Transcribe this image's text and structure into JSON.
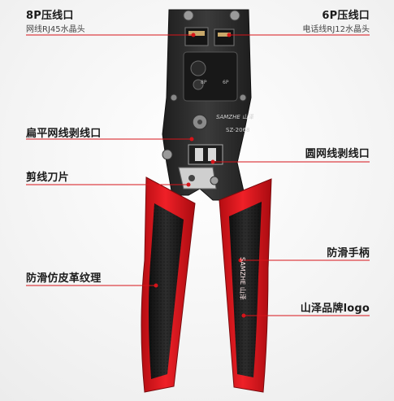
{
  "callouts": {
    "top_left_title": "8P压线口",
    "top_left_sub": "网线RJ45水晶头",
    "top_right_title": "6P压线口",
    "top_right_sub": "电话线RJ12水晶头",
    "flat_strip": "扁平网线剥线口",
    "round_strip": "圆网线剥线口",
    "blade": "剪线刀片",
    "handle": "防滑手柄",
    "texture": "防滑仿皮革纹理",
    "logo_callout": "山泽品牌logo"
  },
  "tool_text": {
    "brand_top": "SAMZHE 山泽",
    "model": "SZ-2068",
    "port_8p": "8P",
    "port_6p": "6P",
    "handle_brand": "SAMZHE 山泽"
  },
  "colors": {
    "metal_dark": "#2b2b2b",
    "metal_mid": "#3a3a3a",
    "handle_red": "#e2141c",
    "handle_black": "#1c1c1c",
    "callout_line": "#d7141a"
  }
}
